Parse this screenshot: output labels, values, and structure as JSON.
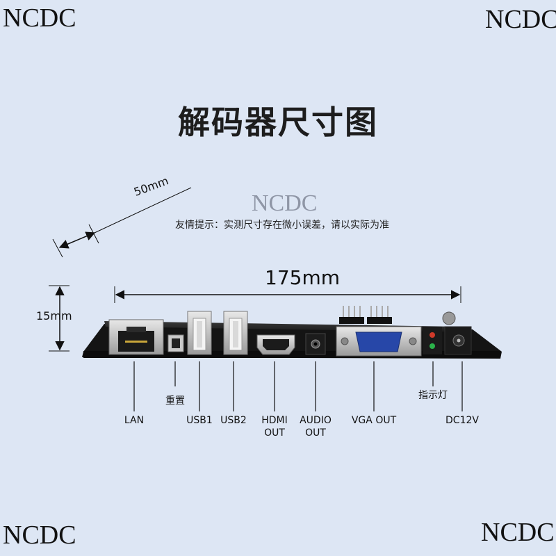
{
  "watermark": "NCDC",
  "title": "解码器尺寸图",
  "note": "友情提示：实测尺寸存在微小误差，请以实际为准",
  "dimensions": {
    "depth": "50mm",
    "length": "175mm",
    "height": "15mm"
  },
  "ports": {
    "lan": "LAN",
    "reset": "重置",
    "usb1": "USB1",
    "usb2": "USB2",
    "hdmi_line1": "HDMI",
    "hdmi_line2": "OUT",
    "audio_line1": "AUDIO",
    "audio_line2": "OUT",
    "vga": "VGA OUT",
    "indicator": "指示灯",
    "dc": "DC12V"
  },
  "colors": {
    "background": "#dde6f4",
    "board": "#151515"
  }
}
